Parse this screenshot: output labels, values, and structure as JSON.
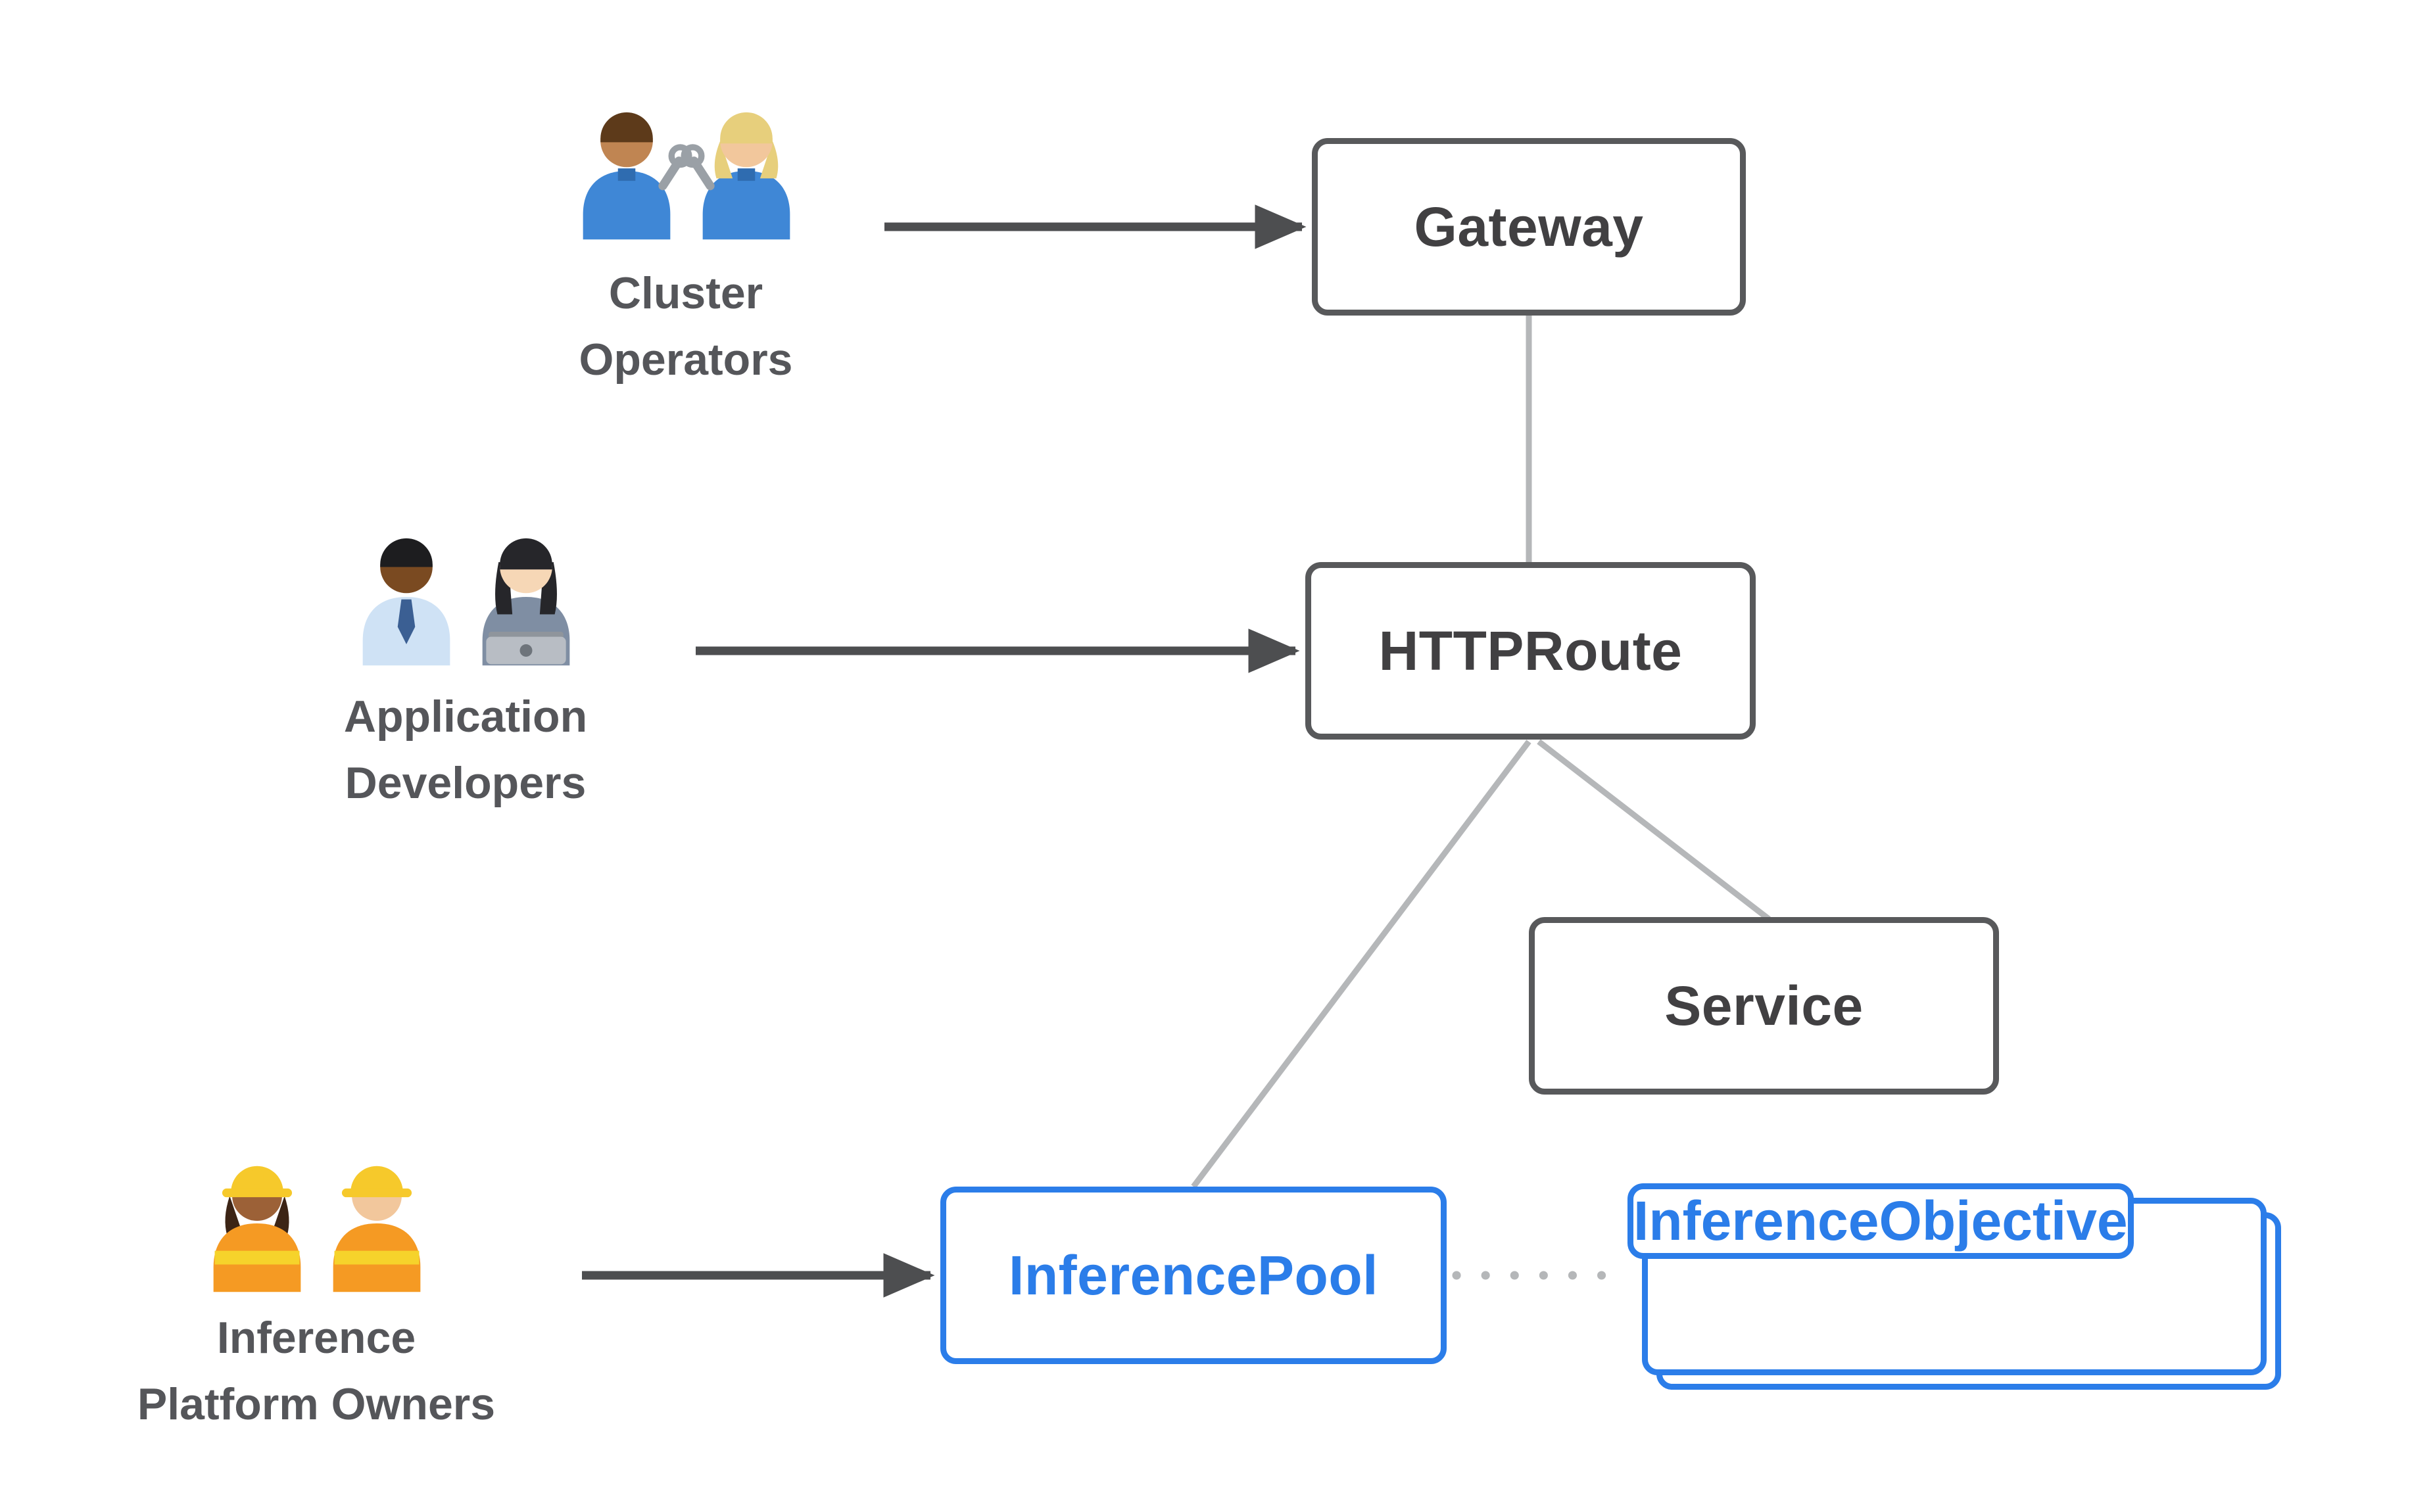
{
  "diagram": {
    "nodes": {
      "gateway": {
        "label": "Gateway"
      },
      "httproute": {
        "label": "HTTPRoute"
      },
      "service": {
        "label": "Service"
      },
      "inference_pool": {
        "label": "InferencePool"
      },
      "inference_objective": {
        "label": "InferenceObjective"
      }
    },
    "personas": {
      "cluster_operators": {
        "lines": [
          "Cluster",
          "Operators"
        ],
        "icons": [
          "mechanic-man",
          "mechanic-woman"
        ]
      },
      "application_developers": {
        "lines": [
          "Application",
          "Developers"
        ],
        "icons": [
          "office-worker-man",
          "technologist-woman"
        ]
      },
      "inference_platform_owners": {
        "lines": [
          "Inference",
          "Platform Owners"
        ],
        "icons": [
          "construction-worker-woman",
          "construction-worker-man"
        ]
      }
    },
    "edges": [
      {
        "from": "cluster_operators",
        "to": "gateway",
        "style": "arrow"
      },
      {
        "from": "application_developers",
        "to": "httproute",
        "style": "arrow"
      },
      {
        "from": "inference_platform_owners",
        "to": "inference_pool",
        "style": "arrow"
      },
      {
        "from": "gateway",
        "to": "httproute",
        "style": "line"
      },
      {
        "from": "httproute",
        "to": "inference_pool",
        "style": "line"
      },
      {
        "from": "httproute",
        "to": "service",
        "style": "line"
      },
      {
        "from": "inference_pool",
        "to": "inference_objective",
        "style": "dotted"
      }
    ],
    "colors": {
      "background": "#ffffff",
      "node_border": "#58595b",
      "node_text": "#414042",
      "blue": "#2b7de9",
      "connector": "#b5b7b9",
      "arrow": "#4d4e50",
      "persona_text": "#55565a"
    }
  }
}
